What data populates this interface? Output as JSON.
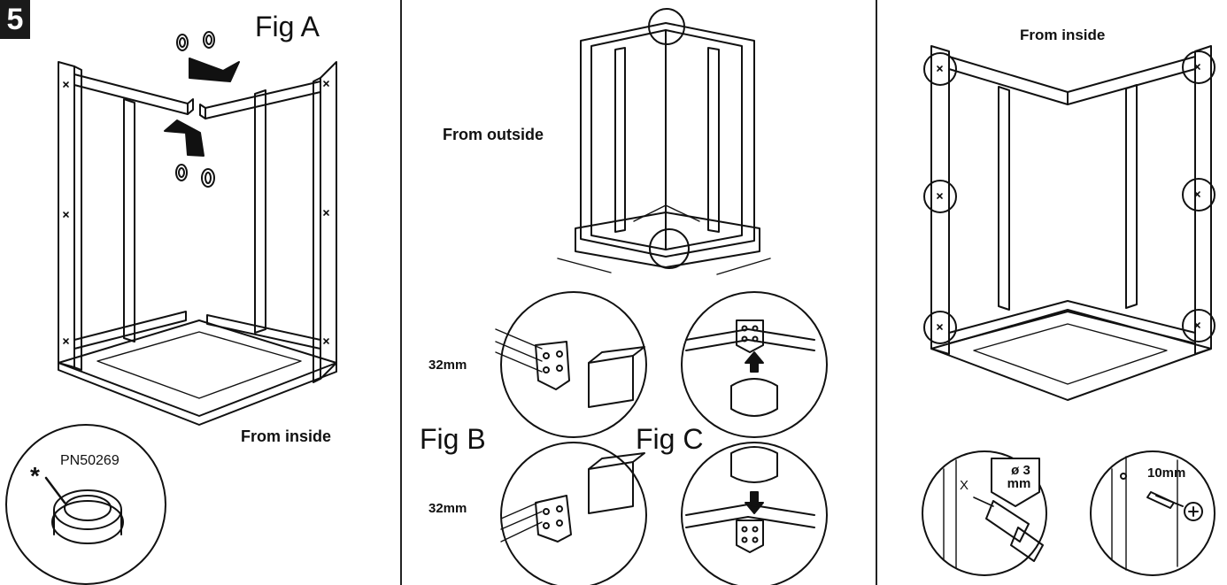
{
  "step": {
    "number": "5"
  },
  "panel_left": {
    "fig_label": "Fig A",
    "caption": "From inside",
    "part_number": "PN50269",
    "asterisk": "*"
  },
  "panel_middle": {
    "caption": "From outside",
    "fig_b_label": "Fig B",
    "fig_c_label": "Fig C",
    "screw_length_top": "32mm",
    "screw_length_bottom": "32mm"
  },
  "panel_right": {
    "caption": "From inside",
    "drill_size_line1": "ø 3",
    "drill_size_line2": "mm",
    "screw_length": "10mm",
    "drill_mark": "X"
  }
}
